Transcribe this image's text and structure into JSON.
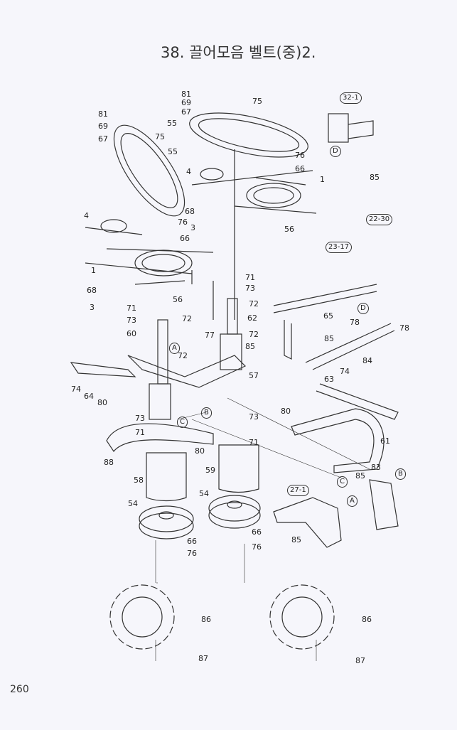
{
  "title": "38. 끌어모음 벨트(중)2.",
  "page_number": "260",
  "part_labels": [
    "81",
    "69",
    "67",
    "75",
    "81",
    "69",
    "67",
    "75",
    "55",
    "55",
    "32-1",
    "76",
    "66",
    "4",
    "1",
    "85",
    "D",
    "4",
    "68",
    "76",
    "3",
    "56",
    "66",
    "22-30",
    "23-17",
    "1",
    "71",
    "73",
    "68",
    "56",
    "71",
    "3",
    "72",
    "62",
    "73",
    "72",
    "72",
    "60",
    "77",
    "85",
    "85",
    "65",
    "78",
    "78",
    "D",
    "84",
    "A",
    "72",
    "74",
    "64",
    "57",
    "74",
    "63",
    "80",
    "B",
    "C",
    "73",
    "71",
    "80",
    "73",
    "71",
    "80",
    "61",
    "88",
    "C",
    "58",
    "59",
    "83",
    "B",
    "27-1",
    "85",
    "A",
    "54",
    "54",
    "85",
    "66",
    "76",
    "66",
    "76",
    "86",
    "86",
    "87",
    "87"
  ]
}
